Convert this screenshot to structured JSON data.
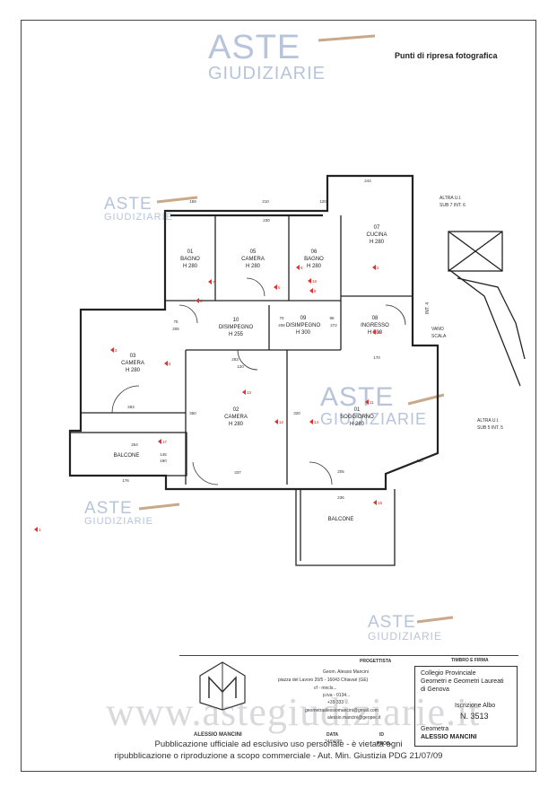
{
  "header": {
    "title": "Punti di ripresa fotografica"
  },
  "watermark": {
    "line1": "ASTE",
    "line2": "GIUDIZIARIE",
    "url": "www.astegiudiziarie.it"
  },
  "rooms": [
    {
      "num": "01",
      "name": "BAGNO",
      "h": "H 280"
    },
    {
      "num": "05",
      "name": "CAMERA",
      "h": "H 280"
    },
    {
      "num": "06",
      "name": "BAGNO",
      "h": "H 280"
    },
    {
      "num": "07",
      "name": "CUCINA",
      "h": "H 280"
    },
    {
      "num": "10",
      "name": "DISIMPEGNO",
      "h": "H 255"
    },
    {
      "num": "09",
      "name": "DISIMPEGNO",
      "h": "H 300"
    },
    {
      "num": "08",
      "name": "INGRESSO",
      "h": "H 300"
    },
    {
      "num": "03",
      "name": "CAMERA",
      "h": "H 280"
    },
    {
      "num": "02",
      "name": "CAMERA",
      "h": "H 280"
    },
    {
      "num": "01",
      "name": "SOGGIORNO",
      "h": "H 280"
    }
  ],
  "balconies": [
    "BALCONE",
    "BALCONE"
  ],
  "other_labels": {
    "altra_top": "ALTRA U.I.",
    "altra_top_sub": "SUB 7 INT. 6",
    "altra_right": "ALTRA U.I.",
    "altra_right_sub": "SUB 5 INT. 5",
    "vano": "VANO",
    "scala": "SCALA",
    "int4": "INT. 4"
  },
  "dimensions": [
    "244",
    "210",
    "159",
    "230",
    "120",
    "75",
    "205",
    "70",
    "208",
    "283",
    "120",
    "98",
    "272",
    "170",
    "320",
    "350",
    "337",
    "205",
    "283",
    "264",
    "145",
    "190",
    "110",
    "236",
    "176"
  ],
  "photo_points": [
    "1",
    "2",
    "3",
    "4",
    "5",
    "6",
    "7",
    "8",
    "9",
    "10",
    "11",
    "12",
    "13",
    "14",
    "15",
    "16",
    "17"
  ],
  "title_block": {
    "progettista_label": "PROGETTISTA",
    "progettista_name": "Geom. Alessio Mancini",
    "address": "piazza del Lavoro 20/5 - 16043 Chiavari (GE)",
    "cf": "cf - mncls...",
    "tel": "p.iva - 0134...",
    "cell": "+39 333 ...",
    "email1": "geometraalessiomancini@gmail.com",
    "email2": "alessio.mancini@geopec.it",
    "firm_name": "ALESSIO MANCINI",
    "data_label": "DATA",
    "data_value": "24/04/20",
    "id_label": "ID",
    "prog_label": "PROG.",
    "timbro_label": "TIMBRO E FIRMA"
  },
  "stamp": {
    "line1": "Collegio Provinciale",
    "line2": "Geometri e Geometri Laureati",
    "line3": "di Genova",
    "iscrizione": "Iscrizione Albo",
    "number": "N. 3513",
    "qualifica": "Geometra",
    "name": "ALESSIO MANCINI"
  },
  "disclaimer": {
    "line1": "Pubblicazione ufficiale ad esclusivo uso personale - è vietata ogni",
    "line2": "ripubblicazione o riproduzione a scopo commerciale - Aut. Min. Giustizia PDG 21/07/09"
  }
}
